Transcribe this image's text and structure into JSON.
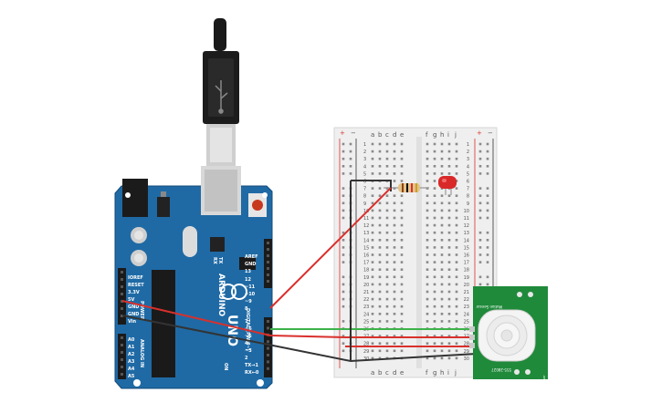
{
  "breadboard": {
    "columns_left": [
      "a",
      "b",
      "c",
      "d",
      "e"
    ],
    "columns_right": [
      "f",
      "g",
      "h",
      "i",
      "j"
    ],
    "row_count": 30,
    "plus_label": "+",
    "minus_label": "−"
  },
  "arduino": {
    "brand_label": "ARDUINO",
    "model_label": "UNO",
    "digital_label": "DIGITAL (PWM~)",
    "analog_label": "ANALOG IN",
    "power_label": "POWER",
    "tx_label": "TX",
    "rx_label": "RX",
    "on_label": "ON",
    "digital_pins": [
      "AREF",
      "GND",
      "13",
      "12",
      "~11",
      "~10",
      "~9",
      "8",
      "7",
      "~6",
      "~5",
      "4",
      "~3",
      "2",
      "TX→1",
      "RX←0"
    ],
    "power_pins": [
      "IOREF",
      "RESET",
      "3.3V",
      "5V",
      "GND",
      "GND",
      "Vin"
    ],
    "analog_pins": [
      "A0",
      "A1",
      "A2",
      "A3",
      "A4",
      "A5"
    ]
  },
  "pir": {
    "top_label": "Motion Sensor",
    "bottom_label": "555-28027",
    "side_label": "PIR Sensor"
  },
  "colors": {
    "board": "#1f6aa5",
    "board_edge": "#134a78",
    "breadboard": "#efefef",
    "pir_board": "#1f8a3a",
    "wire_red": "#d9302c",
    "wire_green": "#3db24a",
    "wire_black": "#333333",
    "led": "#d92828"
  }
}
